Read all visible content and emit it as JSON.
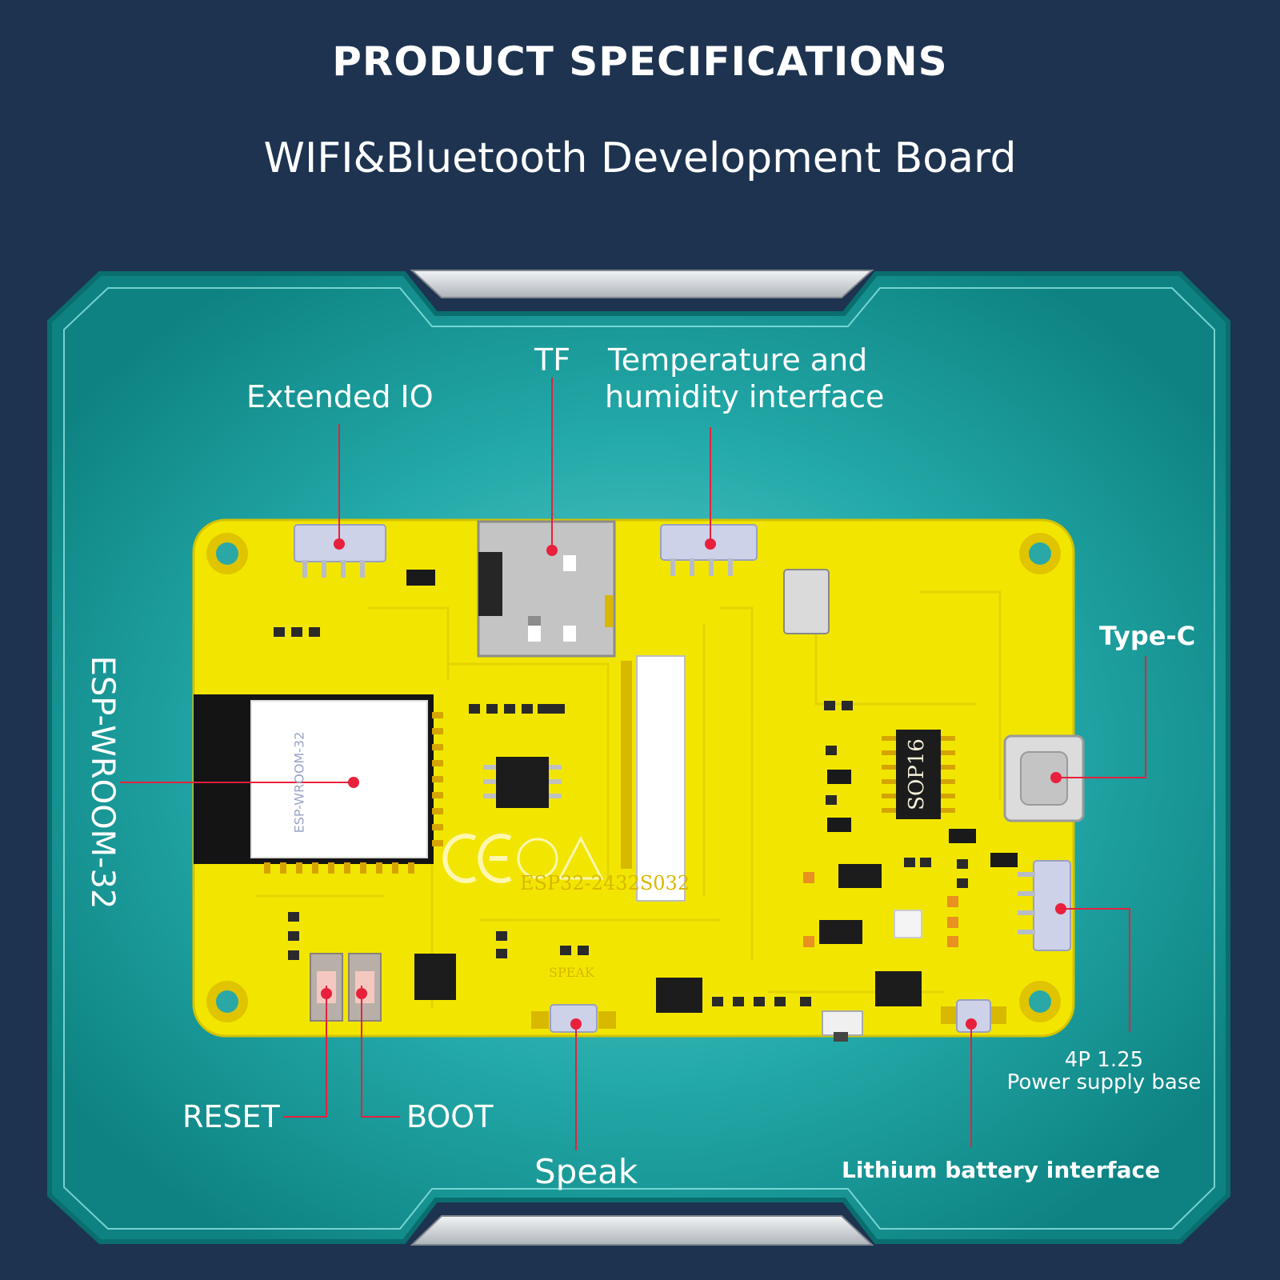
{
  "header": {
    "title": "PRODUCT SPECIFICATIONS",
    "subtitle": "WIFI&Bluetooth Development Board"
  },
  "callouts": {
    "extended_io": "Extended IO",
    "tf": "TF",
    "temp_line1": "Temperature and",
    "temp_line2": "humidity interface",
    "type_c": "Type-C",
    "esp_module": "ESP-WROOM-32",
    "reset": "RESET",
    "boot": "BOOT",
    "speak": "Speak",
    "power_line1": "4P 1.25",
    "power_line2": "Power supply base",
    "battery": "Lithium battery interface"
  },
  "board_markings": {
    "chip_label": "ESP-WROOM-32",
    "ic_label": "SOP16",
    "model": "ESP32-2432S032",
    "speak_silk": "SPEAK"
  },
  "colors": {
    "background": "#1d3350",
    "panel": "#1aa6a6",
    "board": "#f2e600",
    "callout_line": "#e8203c",
    "text": "#ffffff"
  }
}
